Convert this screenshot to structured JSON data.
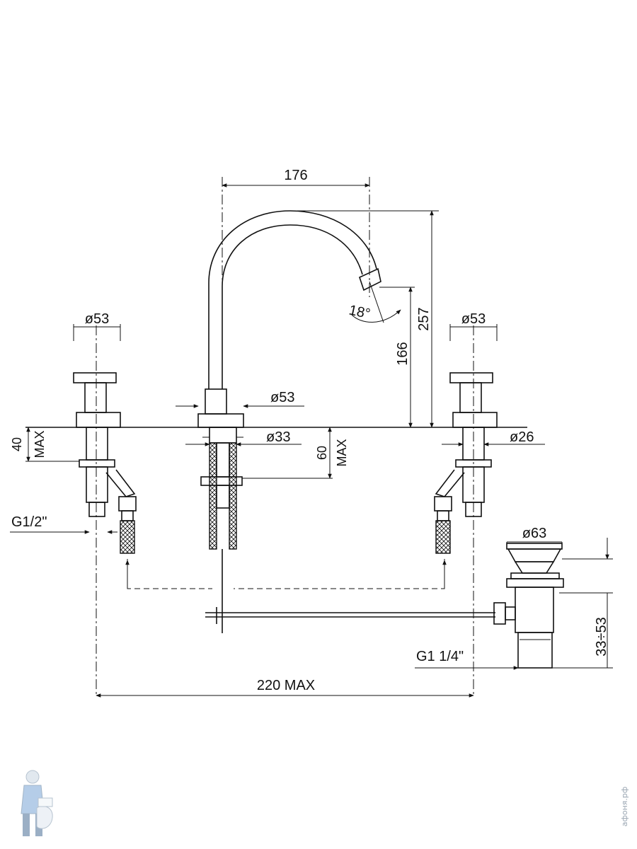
{
  "dimensions": {
    "spout_reach": "176",
    "total_height": "257",
    "spout_height": "166",
    "spout_angle": "18°",
    "handle_left_dia": "ø53",
    "handle_right_dia": "ø53",
    "spout_base_dia": "ø53",
    "spout_shank_dia": "ø33",
    "valve_shank_dia": "ø26",
    "left_deck_max": "40",
    "left_deck_max_suffix": "MAX",
    "center_deck_max": "60",
    "center_deck_max_suffix": "MAX",
    "inlet_thread": "G1/2\"",
    "waste_dia": "ø63",
    "waste_thread": "G1  1/4\"",
    "waste_range": "33÷53",
    "overall_width": "220  MAX"
  },
  "watermark": {
    "text": "афоня.рф",
    "logo_icon": "plumber-mascot-icon"
  }
}
